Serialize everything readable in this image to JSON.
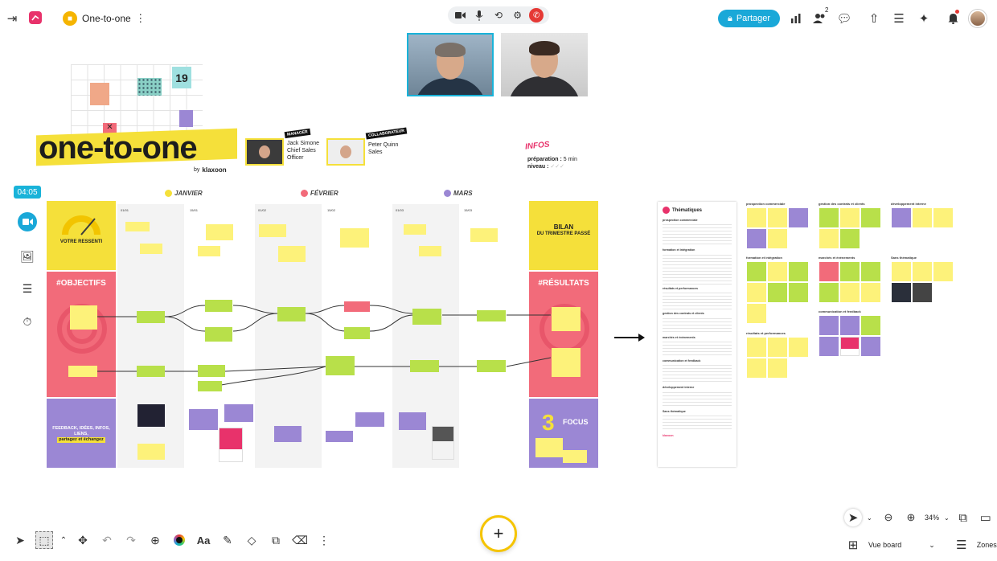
{
  "topbar": {
    "board_name": "One-to-one",
    "share_label": "Partager",
    "participants_badge": "2"
  },
  "timer": "04:05",
  "header_board": {
    "title": "one-to-one",
    "by": "by",
    "brand": "klaxoon",
    "calendar_day": "19",
    "manager_tag": "MANAGER",
    "manager_name": "Jack Simone",
    "manager_role_1": "Chief Sales",
    "manager_role_2": "Officer",
    "collab_tag": "COLLABORATEUR",
    "collab_name": "Peter Quinn",
    "collab_role": "Sales",
    "infos_title": "INFOS",
    "prep_label": "préparation :",
    "prep_value": "5 min",
    "level_label": "niveau :"
  },
  "months": [
    {
      "label": "JANVIER",
      "color": "#f5e03a"
    },
    {
      "label": "FÉVRIER",
      "color": "#f26b7a"
    },
    {
      "label": "MARS",
      "color": "#9b87d4"
    }
  ],
  "dates": [
    "01/01",
    "15/01",
    "01/02",
    "15/02",
    "01/03",
    "15/03"
  ],
  "sections": {
    "ressenti": "VOTRE RESSENTI",
    "objectifs": "#OBJECTIFS",
    "feedback_1": "FEEDBACK, IDÉES, INFOS, LIENS,",
    "feedback_2": "partagez et échangez",
    "bilan_1": "BILAN",
    "bilan_2": "DU TRIMESTRE PASSÉ",
    "resultats": "#RÉSULTATS",
    "focus_num": "3",
    "focus_label": "FOCUS"
  },
  "themes_panel": {
    "title": "Thématiques",
    "items": [
      "prospection commerciale",
      "formation et intégration",
      "résultats et performances",
      "gestion des contrats et clients",
      "marchés et événements",
      "communication et feedback",
      "développement interne",
      "Sans thématique"
    ],
    "brand": "klaxoon"
  },
  "right_columns": [
    "prospection commerciale",
    "gestion des contrats et clients",
    "développement interne",
    "formation et intégration",
    "marchés et événements",
    "Sans thématique",
    "communication et feedback",
    "résultats et performances"
  ],
  "zoom": {
    "value": "34%"
  },
  "view": {
    "label": "Vue board",
    "zones": "Zones"
  },
  "icons": {
    "menu": "menu-toggle-icon",
    "camera": "camera-icon",
    "mic": "microphone-icon",
    "screen": "screen-share-icon",
    "settings": "gear-icon",
    "hangup": "phone-hangup-icon"
  }
}
